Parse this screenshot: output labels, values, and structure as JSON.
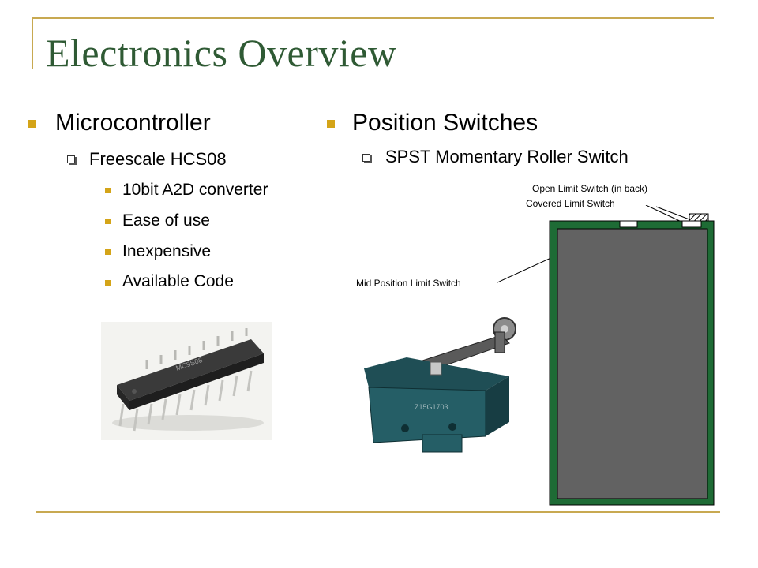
{
  "slide": {
    "title": "Electronics Overview",
    "left_column": {
      "heading": "Microcontroller",
      "sub": "Freescale HCS08",
      "items": [
        "10bit A2D converter",
        "Ease of use",
        "Inexpensive",
        "Available Code"
      ]
    },
    "right_column": {
      "heading": "Position Switches",
      "sub": "SPST Momentary Roller Switch"
    },
    "diagram_labels": {
      "open": "Open Limit Switch (in back)",
      "covered": "Covered Limit Switch",
      "mid": "Mid Position Limit Switch"
    },
    "colors": {
      "title": "#2f5a34",
      "frame": "#c8a951",
      "bullet": "#d4a418",
      "enclosure_border": "#1e6b35",
      "enclosure_fill": "#626262"
    }
  }
}
